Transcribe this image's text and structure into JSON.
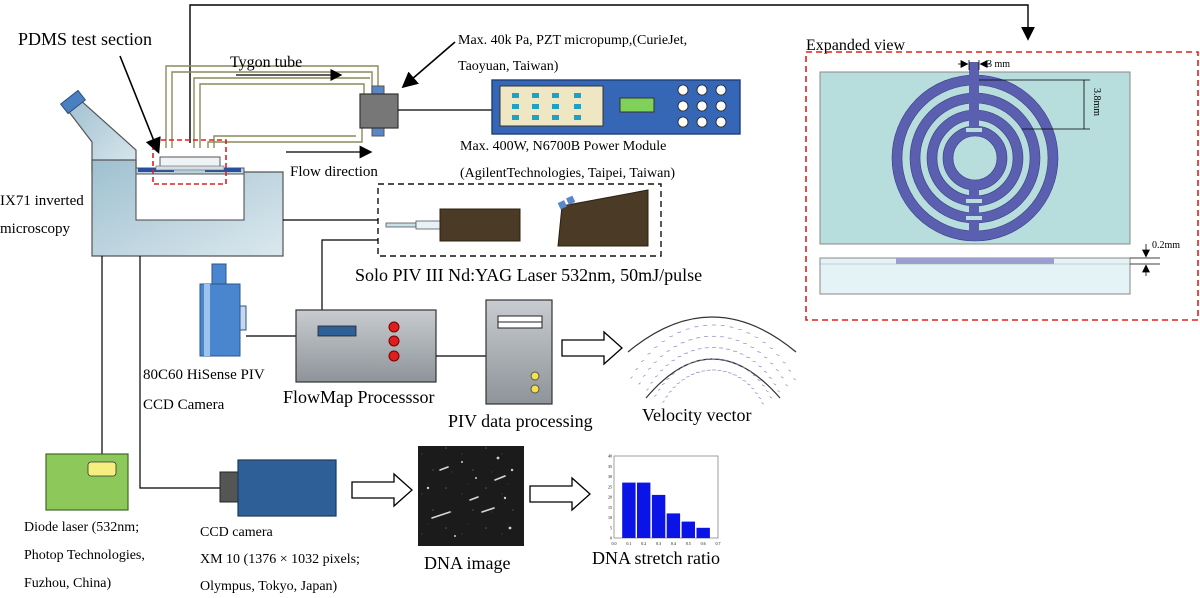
{
  "labels": {
    "pdms_test_section": "PDMS test section",
    "tygon_tube": "Tygon tube",
    "micropump_line1": "Max. 40k Pa, PZT micropump,(CurieJet,",
    "micropump_line2": "Taoyuan, Taiwan)",
    "power_line1": "Max. 400W, N6700B Power Module",
    "power_line2": "(AgilentTechnologies, Taipei, Taiwan)",
    "flow_direction": "Flow direction",
    "microscope_line1": "IX71 inverted",
    "microscope_line2": "microscopy",
    "laser": "Solo PIV III Nd:YAG Laser 532nm, 50mJ/pulse",
    "piv_camera_line1": "80C60 HiSense PIV",
    "piv_camera_line2": "CCD Camera",
    "flowmap": "FlowMap Processsor",
    "piv_processing": "PIV data processing",
    "velocity_vector": "Velocity vector",
    "diode_line1": "Diode laser (532nm;",
    "diode_line2": "Photop Technologies,",
    "diode_line3": "Fuzhou, China)",
    "ccd_line1": "CCD camera",
    "ccd_line2": "XM 10 (1376 × 1032 pixels;",
    "ccd_line3": "Olympus, Tokyo, Japan)",
    "dna_image": "DNA image",
    "dna_stretch": "DNA stretch ratio"
  },
  "expanded_view": {
    "title": "Expanded view",
    "dim_gap": "3 mm",
    "dim_width": "3.8mm",
    "dim_depth": "0.2mm"
  },
  "colors": {
    "red_dash": "#e0201c",
    "pump_body": "#4f7fc4",
    "power_module": "#3b67b5",
    "laser_body": "#4a3a26",
    "microscope": "#a9c7d6",
    "camera_blue": "#4a86d0",
    "processor": "#a9aeb2",
    "diode_green": "#8cc85a",
    "ccd_blue": "#2f5f97",
    "channel": "#5b5fb0",
    "chip": "#b7dedd",
    "bars": "#0a14e6"
  },
  "chart_data": {
    "type": "bar",
    "title": "",
    "xlabel": "",
    "ylabel": "",
    "x": [
      0.1,
      0.2,
      0.3,
      0.4,
      0.5,
      0.6
    ],
    "values": [
      27,
      27,
      21,
      12,
      8,
      5
    ],
    "xlim": [
      0,
      0.7
    ],
    "ylim": [
      0,
      40
    ],
    "xticks": [
      "0.0",
      "0.1",
      "0.2",
      "0.3",
      "0.4",
      "0.5",
      "0.6",
      "0.7"
    ],
    "yticks": [
      "0",
      "5",
      "10",
      "15",
      "20",
      "25",
      "30",
      "35",
      "40"
    ],
    "color": "#0a14e6"
  }
}
